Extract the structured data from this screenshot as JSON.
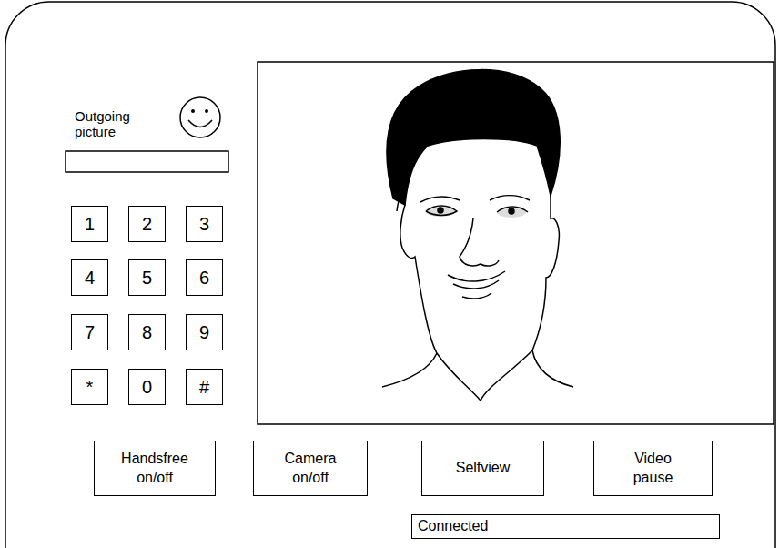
{
  "diagram": {
    "nodes": [
      {
        "text": [
          "1"
        ]
      },
      {
        "text": [
          "2"
        ]
      },
      {
        "text": [
          "3"
        ]
      },
      {
        "text": [
          "4"
        ]
      },
      {
        "text": [
          "5"
        ]
      },
      {
        "text": [
          "6"
        ]
      },
      {
        "text": [
          "7"
        ]
      },
      {
        "text": [
          "8"
        ]
      },
      {
        "text": [
          "9"
        ]
      },
      {
        "text": [
          "*"
        ]
      },
      {
        "text": [
          "0"
        ]
      },
      {
        "text": [
          "#"
        ]
      },
      {
        "text": [
          "Handsfree on/off"
        ]
      },
      {
        "text": [
          "Camera on/off"
        ]
      },
      {
        "text": [
          "Selfview"
        ]
      },
      {
        "text": [
          "Video pause"
        ]
      },
      {
        "text": [
          "Connected"
        ]
      }
    ],
    "labels": [
      "Outgoing picture"
    ]
  }
}
